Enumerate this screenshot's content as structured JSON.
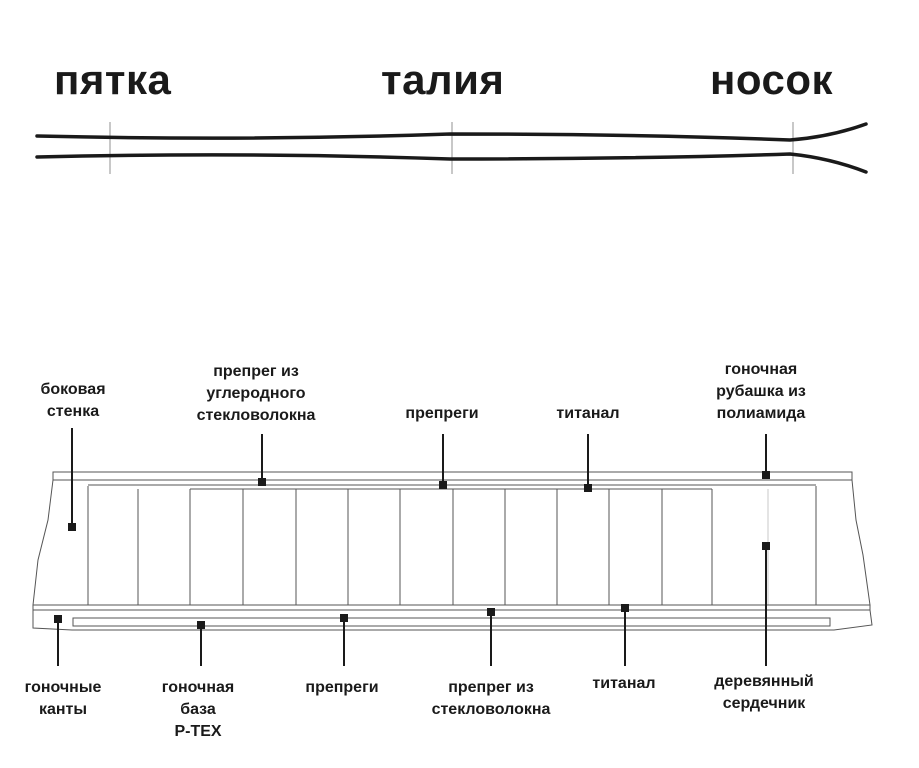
{
  "zones": {
    "heel": "пятка",
    "waist": "талия",
    "toe": "носок"
  },
  "top_labels": {
    "sidewall": [
      "боковая",
      "стенка"
    ],
    "carbon_prepreg": [
      "препрег из",
      "углеродного",
      "стекловолокна"
    ],
    "prepregs": [
      "препреги"
    ],
    "titanal": [
      "титанал"
    ],
    "polyamide_topsheet": [
      "гоночная",
      "рубашка из",
      "полиамида"
    ]
  },
  "bottom_labels": {
    "race_edges": [
      "гоночные",
      "канты"
    ],
    "ptex_base": [
      "гоночная",
      "база",
      "P-TEX"
    ],
    "prepregs": [
      "препреги"
    ],
    "fiberglass_prepreg": [
      "препрег из",
      "стекловолокна"
    ],
    "titanal": [
      "титанал"
    ],
    "wood_core": [
      "деревянный",
      "сердечник"
    ]
  },
  "colors": {
    "ink": "#1a1a1a",
    "guide": "#c8c8c8",
    "outline": "#555555"
  }
}
